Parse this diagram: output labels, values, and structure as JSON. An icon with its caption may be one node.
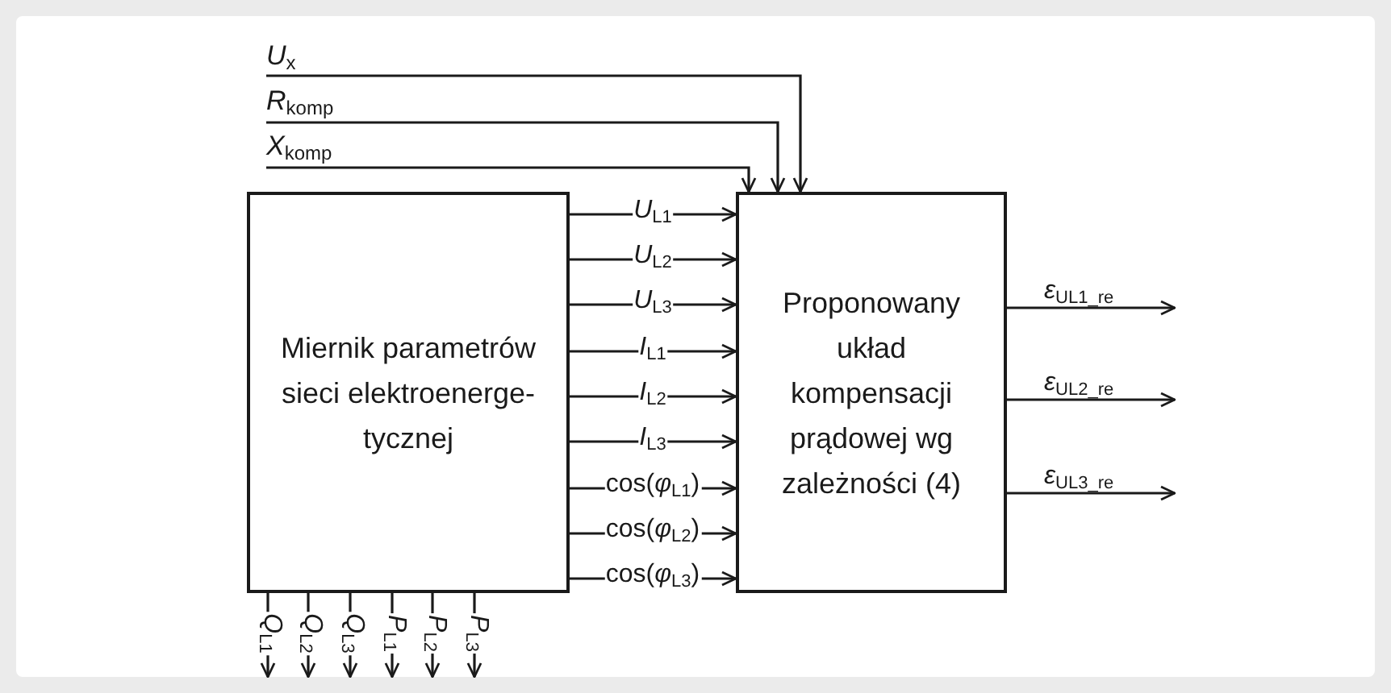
{
  "diagram": {
    "nodes": [
      {
        "text": [
          "*U*$_{x}$"
        ]
      },
      {
        "text": [
          "*R*$_{komp}$"
        ]
      },
      {
        "text": [
          "*X*$_{komp}$"
        ]
      },
      {
        "text": [
          "Miernik parametrów sieci elektroenerge- tycznej"
        ]
      },
      {
        "text": [
          "Proponowany układ kompensacji prądowej wg zależności (4)"
        ]
      }
    ],
    "edges": [
      {
        "from": 0,
        "to": 4,
        "arrow": "to"
      },
      {
        "from": 1,
        "to": 4,
        "arrow": "to"
      },
      {
        "from": 2,
        "to": 4,
        "arrow": "to"
      },
      {
        "from": 3,
        "to": 4,
        "arrow": "to",
        "label": "*U*$_{L1}$"
      },
      {
        "from": 3,
        "to": 4,
        "arrow": "to",
        "label": "*U*$_{L2}$"
      },
      {
        "from": 3,
        "to": 4,
        "arrow": "to",
        "label": "*U*$_{L3}$"
      },
      {
        "from": 3,
        "to": 4,
        "arrow": "to",
        "label": "*I*$_{L1}$"
      },
      {
        "from": 3,
        "to": 4,
        "arrow": "to",
        "label": "*I*$_{L2}$"
      },
      {
        "from": 3,
        "to": 4,
        "arrow": "to",
        "label": "*I*$_{L3}$"
      },
      {
        "from": 3,
        "to": 4,
        "arrow": "to",
        "label": "cos(*φ*$_{L1}$)"
      },
      {
        "from": 3,
        "to": 4,
        "arrow": "to",
        "label": "cos(*φ*$_{L2}$)"
      },
      {
        "from": 3,
        "to": 4,
        "arrow": "to",
        "label": "cos(*φ*$_{L3}$)"
      },
      {
        "from": 4,
        "to": null,
        "arrow": "to",
        "label": "*ε*$_{UL1_re}$"
      },
      {
        "from": 4,
        "to": null,
        "arrow": "to",
        "label": "*ε*$_{UL2_re}$"
      },
      {
        "from": 4,
        "to": null,
        "arrow": "to",
        "label": "*ε*$_{UL3_re}$"
      },
      {
        "from": 3,
        "to": null,
        "arrow": "to",
        "label": "*Q*$_{L1}$"
      },
      {
        "from": 3,
        "to": null,
        "arrow": "to",
        "label": "*Q*$_{L2}$"
      },
      {
        "from": 3,
        "to": null,
        "arrow": "to",
        "label": "*Q*$_{L3}$"
      },
      {
        "from": 3,
        "to": null,
        "arrow": "to",
        "label": "*P*$_{L1}$"
      },
      {
        "from": 3,
        "to": null,
        "arrow": "to",
        "label": "*P*$_{L2}$"
      },
      {
        "from": 3,
        "to": null,
        "arrow": "to",
        "label": "*P*$_{L3}$"
      }
    ]
  }
}
